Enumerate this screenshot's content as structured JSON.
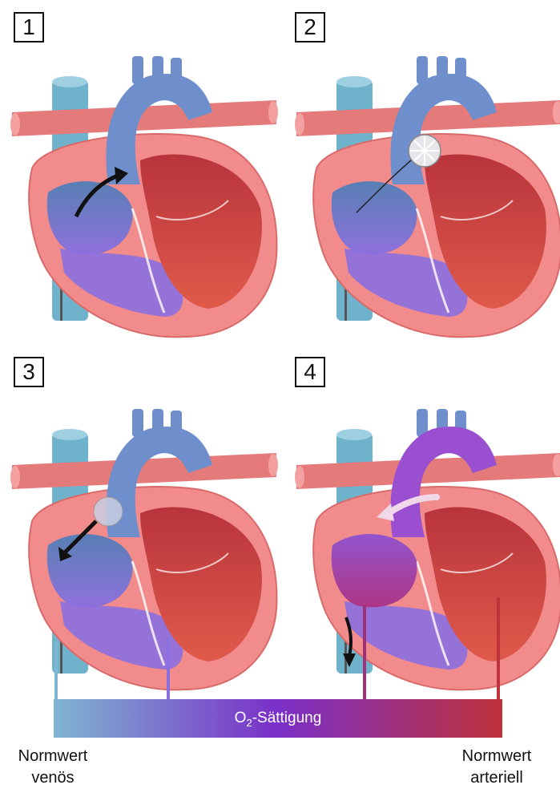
{
  "panels": [
    {
      "number": "1"
    },
    {
      "number": "2"
    },
    {
      "number": "3"
    },
    {
      "number": "4"
    }
  ],
  "scale": {
    "label_main": "O",
    "label_sub": "2",
    "label_rest": "-Sättigung",
    "left_line1": "Normwert",
    "left_line2": "venös",
    "right_line1": "Normwert",
    "right_line2": "arteriell"
  },
  "colors": {
    "venous_blue": "#7fb6d2",
    "mid_purple": "#7a2fc8",
    "arterial_red": "#c0323a",
    "heart_wall": "#f28b8b",
    "vessel_blue": "#6f8fcc",
    "vena_cava": "#6fb2cc",
    "artery_red": "#e57a7a"
  }
}
